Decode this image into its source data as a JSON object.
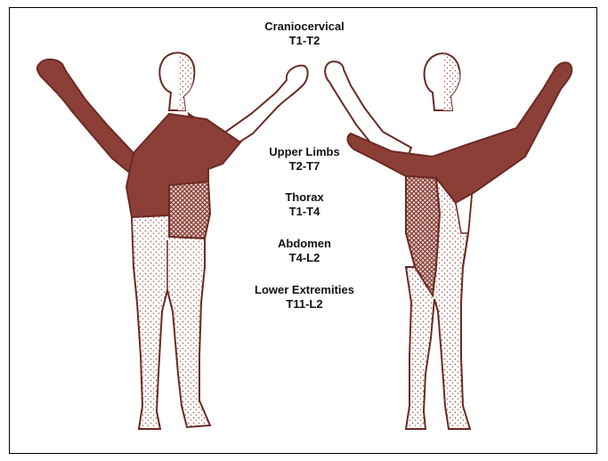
{
  "regions": [
    {
      "name": "Craniocervical",
      "range": "T1-T2"
    },
    {
      "name": "Upper Limbs",
      "range": "T2-T7"
    },
    {
      "name": "Thorax",
      "range": "T1-T4"
    },
    {
      "name": "Abdomen",
      "range": "T4-L2"
    },
    {
      "name": "Lower Extremities",
      "range": "T11-L2"
    }
  ],
  "colors": {
    "outline": "#6b2a24",
    "solid_fill": "#8c3f36",
    "crosshatch": "#7a3029",
    "stipple": "#9b4c44"
  }
}
